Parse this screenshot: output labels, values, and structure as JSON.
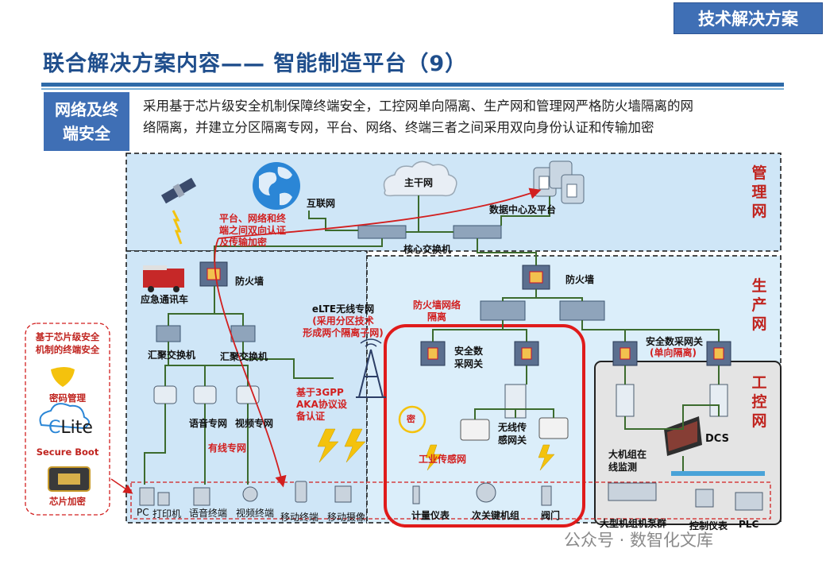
{
  "header": {
    "corner_tag": "技术解决方案",
    "title": "联合解决方案内容—— 智能制造平台（9）"
  },
  "section": {
    "badge_line1": "网络及终",
    "badge_line2": "端安全",
    "intro_line1": "采用基于芯片级安全机制保障终端安全，工控网单向隔离、生产网和管理网严格防火墙隔离的网",
    "intro_line2": "络隔离，并建立分区隔离专网，平台、网络、终端三者之间采用双向身份认证和传输加密"
  },
  "zones": {
    "management": "管理网",
    "production": "生产网",
    "industrial": "工控网"
  },
  "diagram": {
    "internet": "互联网",
    "backbone": "主干网",
    "data_center": "数据中心及平台",
    "core_switch": "核心交换机",
    "firewall_left": "防火墙",
    "firewall_right": "防火墙",
    "emergency_vehicle": "应急通讯车",
    "agg_switch_1": "汇聚交换机",
    "agg_switch_2": "汇聚交换机",
    "voice_net": "语音专网",
    "video_net": "视频专网",
    "wired_net": "有线专网",
    "elte_line1": "eLTE无线专网",
    "elte_note_line1": "(采用分区技术",
    "elte_note_line2": "形成两个隔离子网)",
    "auth_note_line1": "平台、网络和终",
    "auth_note_line2": "端之间双向认证",
    "auth_note_line3": "及传输加密",
    "fw_isolation_line1": "防火墙网络",
    "fw_isolation_line2": "隔离",
    "akas_line1": "基于3GPP",
    "akas_line2": "AKA协议设",
    "akas_line3": "备认证",
    "sec_gw_1_line1": "安全数",
    "sec_gw_1_line2": "采网关",
    "sec_gw_2": "安全数采网关",
    "one_way": "(单向隔离)",
    "wireless_gw_line1": "无线传",
    "wireless_gw_line2": "感网关",
    "industrial_sensor": "工业传感网",
    "lock_char": "密",
    "big_unit_line1": "大机组在",
    "big_unit_line2": "线监测",
    "dcs": "DCS",
    "terminals": [
      "PC",
      "打印机",
      "语音终端",
      "视频终端",
      "移动终端",
      "移动摄像"
    ],
    "prod_terminals": [
      "计量仪表",
      "次关键机组",
      "阀门"
    ],
    "ind_terminals": [
      "大型机组机泵群",
      "控制仪表",
      "PLC"
    ]
  },
  "sidebox": {
    "title_line1": "基于芯片级安全",
    "title_line2": "机制的终端安全",
    "item1": "密码管理",
    "item2_logo_c": "C",
    "item2_logo_text": "Lite",
    "item2": "Secure Boot",
    "item3": "芯片加密"
  },
  "watermark": "公众号 · 数智化文库",
  "colors": {
    "brand_blue": "#3f6fb5",
    "title_blue": "#1f4e8c",
    "accent_red": "#d21f1f",
    "zone_bg": "#cfe6f7",
    "green_line": "#3c6b2e"
  }
}
